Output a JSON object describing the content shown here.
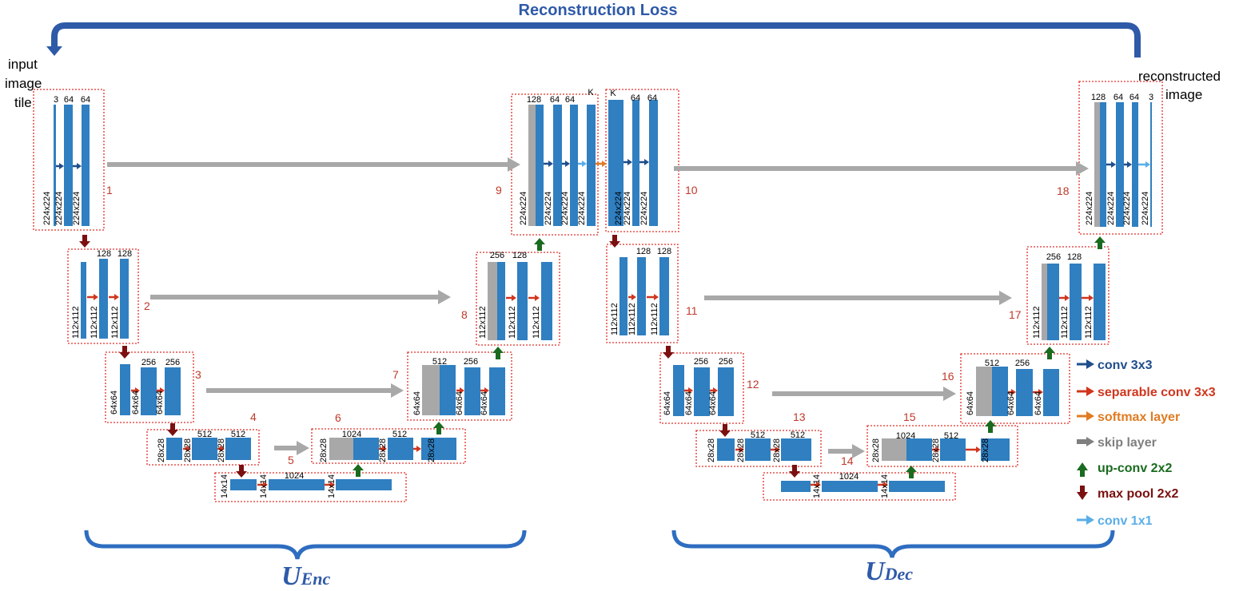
{
  "title": "Reconstruction Loss",
  "input_label": [
    "input",
    "image",
    "tile"
  ],
  "output_label": [
    "reconstructed",
    "image"
  ],
  "encoder": {
    "main": "U",
    "sub": "Enc"
  },
  "decoder": {
    "main": "U",
    "sub": "Dec"
  },
  "block_numbers": [
    "1",
    "2",
    "3",
    "4",
    "5",
    "6",
    "7",
    "8",
    "9",
    "10",
    "11",
    "12",
    "13",
    "14",
    "15",
    "16",
    "17",
    "18"
  ],
  "channels": {
    "b1": [
      "3",
      "64",
      "64"
    ],
    "b2": [
      "128",
      "128"
    ],
    "b3": [
      "256",
      "256"
    ],
    "b4": [
      "512",
      "512"
    ],
    "b5": [
      "1024"
    ],
    "b6": [
      "1024",
      "512"
    ],
    "b7": [
      "512",
      "256"
    ],
    "b8": [
      "256",
      "128"
    ],
    "b9": [
      "128",
      "64",
      "64",
      "K"
    ],
    "b10": [
      "K",
      "64",
      "64"
    ],
    "b11": [
      "128",
      "128"
    ],
    "b12": [
      "256",
      "256"
    ],
    "b13": [
      "512",
      "512"
    ],
    "b14": [
      "1024"
    ],
    "b15": [
      "1024",
      "512"
    ],
    "b16": [
      "512",
      "256"
    ],
    "b17": [
      "256",
      "128"
    ],
    "b18": [
      "128",
      "64",
      "64",
      "3"
    ]
  },
  "dims": {
    "d224": "224x224",
    "d112": "112x112",
    "d64": "64x64",
    "d28": "28x28",
    "d14": "14x14"
  },
  "legend": [
    {
      "label": "conv 3x3",
      "color": "#1f4e8c"
    },
    {
      "label": "separable conv 3x3",
      "color": "#d0361e"
    },
    {
      "label": "softmax layer",
      "color": "#e07b22"
    },
    {
      "label": "skip layer",
      "color": "#7f7f7f"
    },
    {
      "label": "up-conv 2x2",
      "color": "#1a6b1f"
    },
    {
      "label": "max pool 2x2",
      "color": "#7a1010"
    },
    {
      "label": "conv 1x1",
      "color": "#5aaee8"
    }
  ],
  "colors": {
    "feature_map": "#2f7fc1",
    "skip": "#a8a8a8",
    "box": "#e0302a",
    "accent": "#2e5aa8"
  }
}
